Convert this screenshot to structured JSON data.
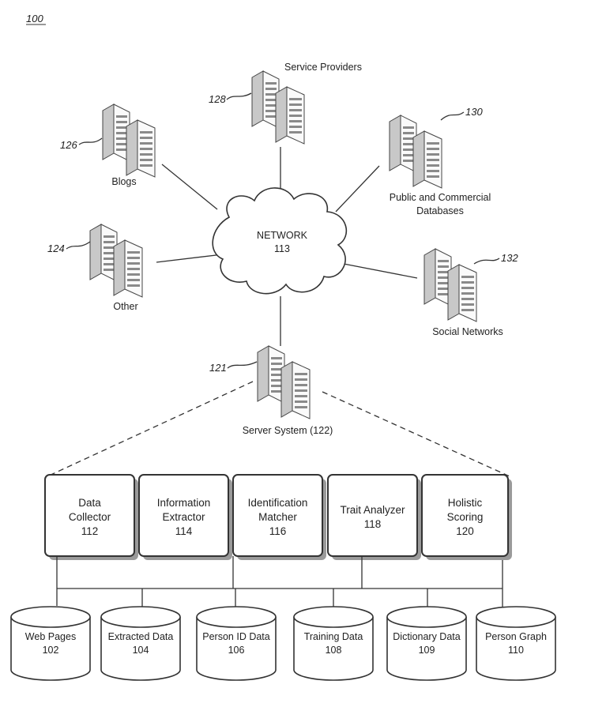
{
  "figure_ref": "100",
  "network": {
    "title": "NETWORK",
    "number": "113"
  },
  "nodes": [
    {
      "id": "service-providers",
      "ref": "128",
      "label": "Service Providers"
    },
    {
      "id": "blogs",
      "ref": "126",
      "label": "Blogs"
    },
    {
      "id": "public-databases",
      "ref": "130",
      "label_line1": "Public and Commercial",
      "label_line2": "Databases"
    },
    {
      "id": "other",
      "ref": "124",
      "label": "Other"
    },
    {
      "id": "social-networks",
      "ref": "132",
      "label": "Social Networks"
    },
    {
      "id": "server-system",
      "ref": "121",
      "label": "Server System (122)"
    }
  ],
  "modules": [
    {
      "line1": "Data",
      "line2": "Collector",
      "number": "112"
    },
    {
      "line1": "Information",
      "line2": "Extractor",
      "number": "114"
    },
    {
      "line1": "Identification",
      "line2": "Matcher",
      "number": "116"
    },
    {
      "line1": "Trait Analyzer",
      "line2": "",
      "number": "118"
    },
    {
      "line1": "Holistic",
      "line2": "Scoring",
      "number": "120"
    }
  ],
  "datastores": [
    {
      "label": "Web Pages",
      "number": "102"
    },
    {
      "label": "Extracted Data",
      "number": "104"
    },
    {
      "label": "Person ID Data",
      "number": "106"
    },
    {
      "label": "Training Data",
      "number": "108"
    },
    {
      "label": "Dictionary Data",
      "number": "109"
    },
    {
      "label": "Person Graph",
      "number": "110"
    }
  ]
}
